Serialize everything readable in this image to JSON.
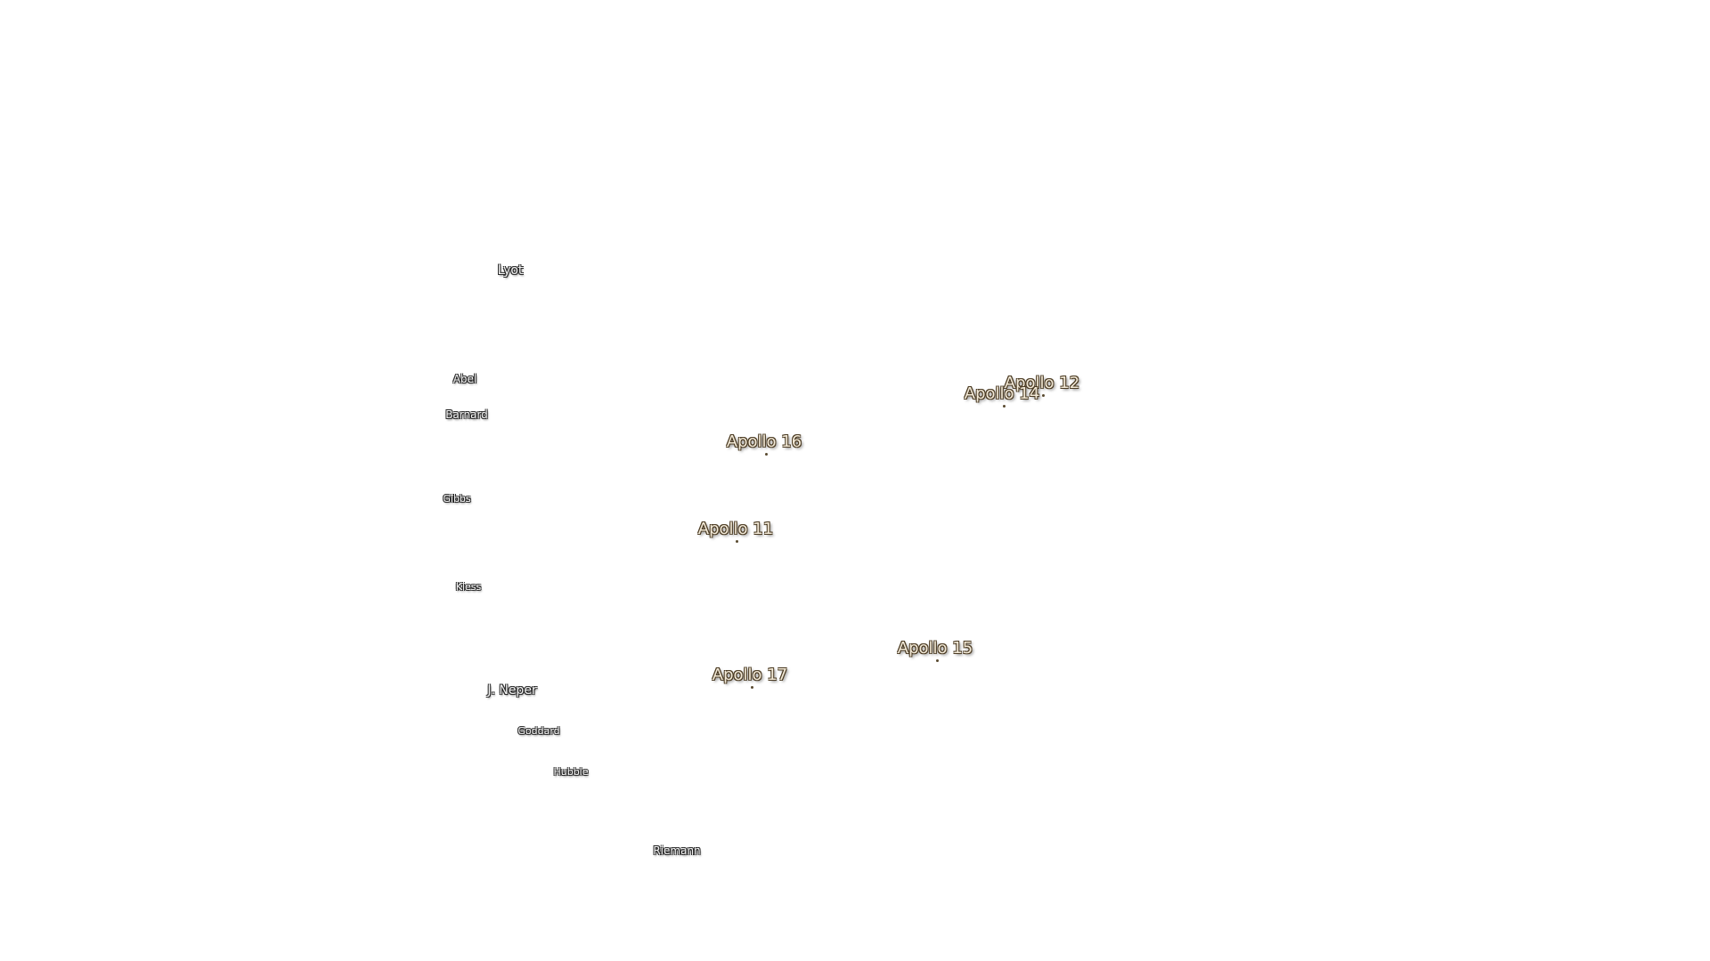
{
  "map": {
    "craters": [
      {
        "name": "Lyot"
      },
      {
        "name": "Abel"
      },
      {
        "name": "Barnard"
      },
      {
        "name": "Gibbs"
      },
      {
        "name": "Kiess"
      },
      {
        "name": "J. Neper"
      },
      {
        "name": "Goddard"
      },
      {
        "name": "Hubble"
      },
      {
        "name": "Riemann"
      }
    ],
    "apollo_sites": [
      {
        "name": "Apollo 12"
      },
      {
        "name": "Apollo 14"
      },
      {
        "name": "Apollo 16"
      },
      {
        "name": "Apollo 11"
      },
      {
        "name": "Apollo 15"
      },
      {
        "name": "Apollo 17"
      }
    ]
  }
}
